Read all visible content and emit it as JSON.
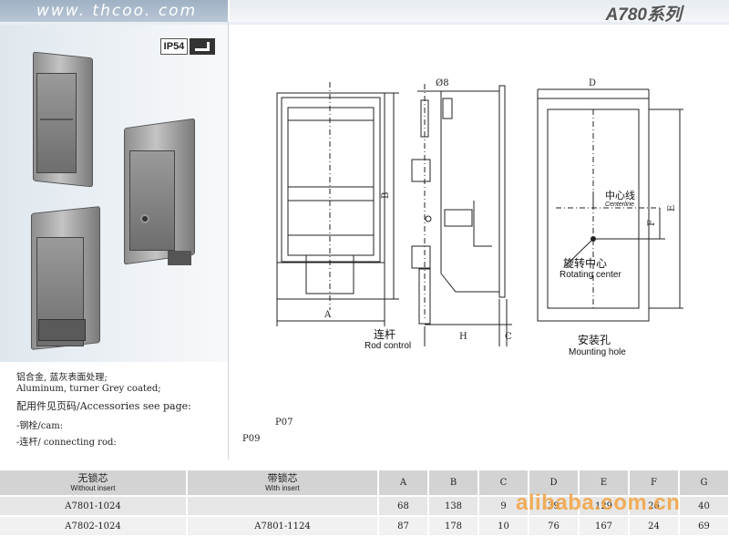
{
  "header": {
    "site": "www. thcoo. com",
    "series": "A780系列"
  },
  "badge": {
    "ip_rating": "IP54",
    "icon": "step-mounting-icon"
  },
  "description": {
    "line1": "铝合金, 蓝灰表面处理;",
    "line2": "Aluminum, turner Grey coated;",
    "line3": "配用件见页码/Accessories see page:",
    "line4": "-钢栓/cam:",
    "line5": "-连杆/ connecting rod:",
    "cam_page": "P07",
    "rod_page": "P09"
  },
  "drawing": {
    "front": {
      "width_label": "A",
      "height_label": "B"
    },
    "side": {
      "dia_label": "Ø8",
      "h_label": "H",
      "c_label": "C",
      "rod_cn": "连杆",
      "rod_en": "Rod control"
    },
    "hole": {
      "d_label": "D",
      "e_label": "E",
      "f_label": "F",
      "centerline_cn": "中心线",
      "centerline_en": "Centerline",
      "rotating_cn": "旋转中心",
      "rotating_en": "Rotating center",
      "mounting_cn": "安装孔",
      "mounting_en": "Mounting hole"
    }
  },
  "table": {
    "headers": {
      "without_cn": "无锁芯",
      "without_en": "Without insert",
      "with_cn": "带锁芯",
      "with_en": "With insert",
      "cols": [
        "A",
        "B",
        "C",
        "D",
        "E",
        "F",
        "G"
      ]
    },
    "rows": [
      {
        "without": "A7801-1024",
        "with": "",
        "vals": [
          "68",
          "138",
          "9",
          "39",
          "129",
          "26",
          "40"
        ]
      },
      {
        "without": "A7802-1024",
        "with": "A7801-1124",
        "vals": [
          "87",
          "178",
          "10",
          "76",
          "167",
          "24",
          "69"
        ]
      }
    ]
  },
  "watermark": "alibaba.com.cn"
}
